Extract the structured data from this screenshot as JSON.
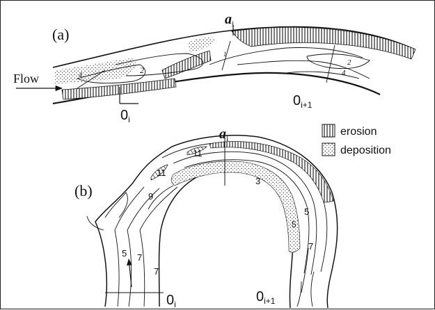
{
  "panels": {
    "a": {
      "label": "(a)"
    },
    "b": {
      "label": "(b)"
    }
  },
  "labels": {
    "flow": "Flow",
    "section_a": "a",
    "section_a_sub": "i",
    "o_i": "0",
    "o_i_sub": "i",
    "o_i1": "0",
    "o_i1_sub": "i+1"
  },
  "legend": {
    "erosion": "erosion",
    "deposition": "deposition"
  },
  "panel_a_numbers": [
    "4",
    "2",
    "1",
    "2",
    "4"
  ],
  "panel_b_numbers": [
    "11",
    "11",
    "9",
    "3",
    "5",
    "5",
    "7",
    "5",
    "7",
    "7"
  ],
  "colors": {
    "ink": "#111111",
    "background": "#ffffff"
  }
}
